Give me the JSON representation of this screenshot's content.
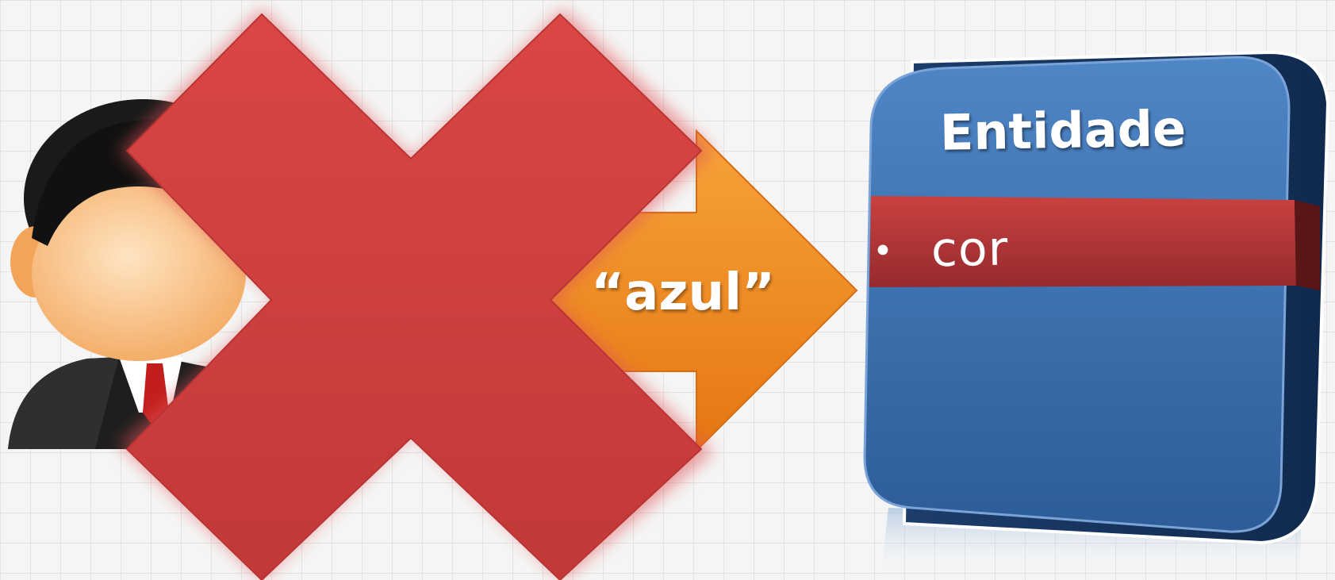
{
  "entity": {
    "title": "Entidade",
    "attributes": [
      {
        "bullet": "•",
        "label": "cor"
      }
    ]
  },
  "arrow": {
    "value_text": "“azul”"
  },
  "colors": {
    "entity_blue": "#3a6fae",
    "attribute_red": "#b8343a",
    "arrow_orange": "#f38b1f",
    "cross_red": "#d6403f",
    "grid_line": "#e2e2e2"
  },
  "icons": {
    "person": "businessman-icon",
    "prohibition": "red-x-icon"
  }
}
